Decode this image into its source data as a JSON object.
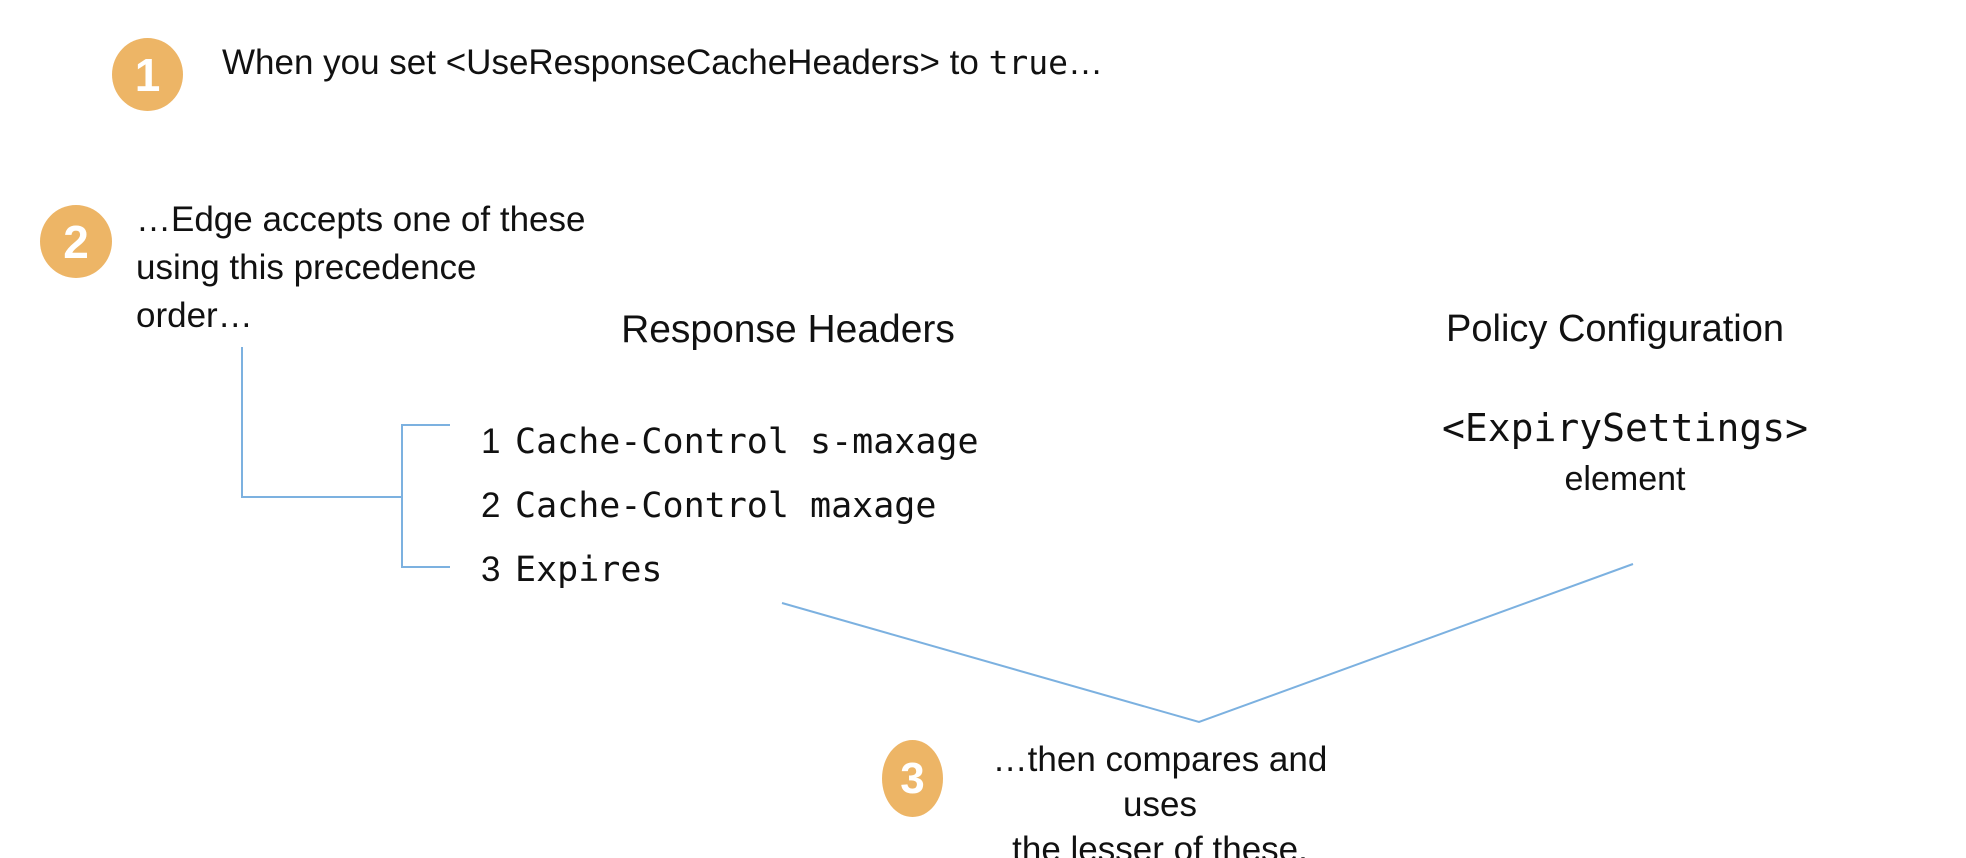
{
  "colors": {
    "badge_orange": "#EDB566",
    "connector_blue": "#7CB1E0",
    "text": "#111111"
  },
  "steps": {
    "one": {
      "number": "1",
      "text_before_code": "When you set <UseResponseCacheHeaders> to ",
      "code": "true",
      "text_after_code": "…"
    },
    "two": {
      "number": "2",
      "line1": "…Edge accepts one of these",
      "line2": "using this precedence",
      "line3": "order…"
    },
    "three": {
      "number": "3",
      "line1": "…then compares and uses",
      "line2": "the lesser of these."
    }
  },
  "response_headers": {
    "title": "Response Headers",
    "items": [
      {
        "order": "1",
        "code": "Cache-Control s-maxage"
      },
      {
        "order": "2",
        "code": "Cache-Control maxage"
      },
      {
        "order": "3",
        "code": "Expires"
      }
    ]
  },
  "policy_configuration": {
    "title": "Policy Configuration",
    "code": "<ExpirySettings>",
    "label": "element"
  }
}
